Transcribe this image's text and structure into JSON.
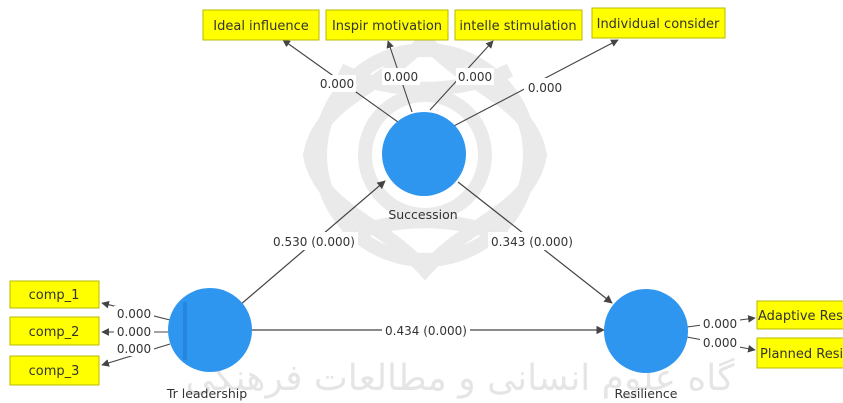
{
  "colors": {
    "construct": "#2f96f0",
    "indicator_fill": "#ffff00",
    "indicator_border": "#b8b800",
    "arrow": "#444444",
    "label": "#333333",
    "watermark": "#d8d8d8"
  },
  "constructs": {
    "succession": "Succession",
    "tr_leadership": "Tr leadership",
    "resilience": "Resilience"
  },
  "indicators": {
    "succession": [
      {
        "label": "Ideal influence",
        "loading": "0.000"
      },
      {
        "label": "Inspir motivation",
        "loading": "0.000"
      },
      {
        "label": "intelle stimulation",
        "loading": "0.000"
      },
      {
        "label": "Individual consider",
        "loading": "0.000"
      }
    ],
    "tr_leadership": [
      {
        "label": "comp_1",
        "loading": "0.000"
      },
      {
        "label": "comp_2",
        "loading": "0.000"
      },
      {
        "label": "comp_3",
        "loading": "0.000"
      }
    ],
    "resilience": [
      {
        "label": "Adaptive Res",
        "loading": "0.000"
      },
      {
        "label": "Planned Resi",
        "loading": "0.000"
      }
    ]
  },
  "paths": {
    "trl_to_succession": "0.530 (0.000)",
    "succession_to_resilience": "0.343 (0.000)",
    "trl_to_resilience": "0.434 (0.000)"
  },
  "watermark": {
    "text": "گاه علوم انسانی و مطالعات فرهنگی"
  }
}
